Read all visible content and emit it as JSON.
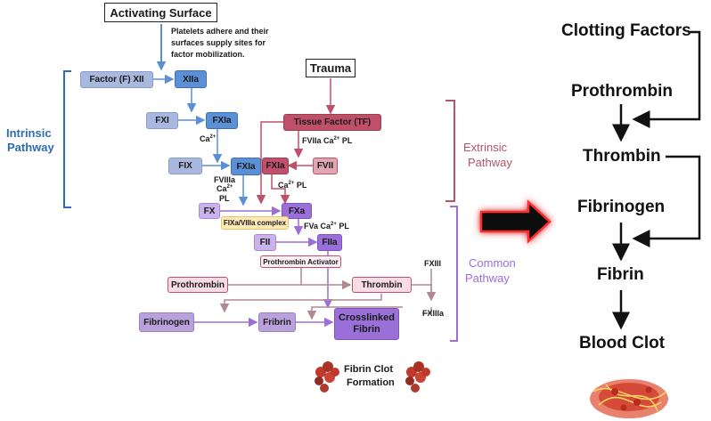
{
  "header": {
    "activating_surface": "Activating Surface",
    "platelet_note_1": "Platelets adhere and their",
    "platelet_note_2": "surfaces supply sites for",
    "platelet_note_3": "factor mobilization.",
    "trauma": "Trauma"
  },
  "pathways": {
    "intrinsic_1": "Intrinsic",
    "intrinsic_2": "Pathway",
    "extrinsic_1": "Extrinsic",
    "extrinsic_2": "Pathway",
    "common_1": "Common",
    "common_2": "Pathway"
  },
  "factors": {
    "fxii": "Factor (F) XII",
    "fxiia": "XIIa",
    "fxi": "FXI",
    "fxia": "FXIa",
    "fix": "FIX",
    "fixa": "FXIa",
    "tf": "Tissue Factor (TF)",
    "fxia_ext": "FXIa",
    "fvii": "FVII",
    "fx": "FX",
    "fxa": "FXa",
    "complex": "FIXa/VIIIa complex",
    "fii": "FII",
    "fiia": "FIIa",
    "prothrombin_activator": "Prothrombin Activator",
    "prothrombin": "Prothrombin",
    "thrombin": "Thrombin",
    "fxiii": "FXIII",
    "fxiiia": "FXIIIa",
    "fibrinogen": "Fibrinogen",
    "fribrin": "Fribrin",
    "crosslinked_1": "Crosslinked",
    "crosslinked_2": "Fibrin"
  },
  "cofactors": {
    "ca_1": "Ca",
    "ca_1_sup": "2+",
    "fviiia": "FVIIIa",
    "ca_2": "Ca",
    "ca_2_sup": "2+",
    "pl_2": "PL",
    "fviia_row": "FVIIa  Ca",
    "fviia_sup": "2+",
    "fviia_pl": " PL",
    "ca_3": "Ca",
    "ca_3_sup": "2+",
    "pl_3": " PL",
    "fva": "FVa Ca",
    "fva_sup": "2+",
    "fva_pl": " PL"
  },
  "clot": {
    "line1": "Fibrin Clot",
    "line2": "Formation"
  },
  "right_chain": {
    "clotting_factors": "Clotting Factors",
    "prothrombin": "Prothrombin",
    "thrombin": "Thrombin",
    "fibrinogen": "Fibrinogen",
    "fibrin": "Fibrin",
    "blood_clot": "Blood Clot"
  },
  "colors": {
    "intrinsic_blue": "#2e6db4",
    "extrinsic_red": "#b5546a",
    "common_purple": "#9a6fd8",
    "big_arrow": "#111111",
    "big_arrow_glow": "#ff2a2a"
  }
}
